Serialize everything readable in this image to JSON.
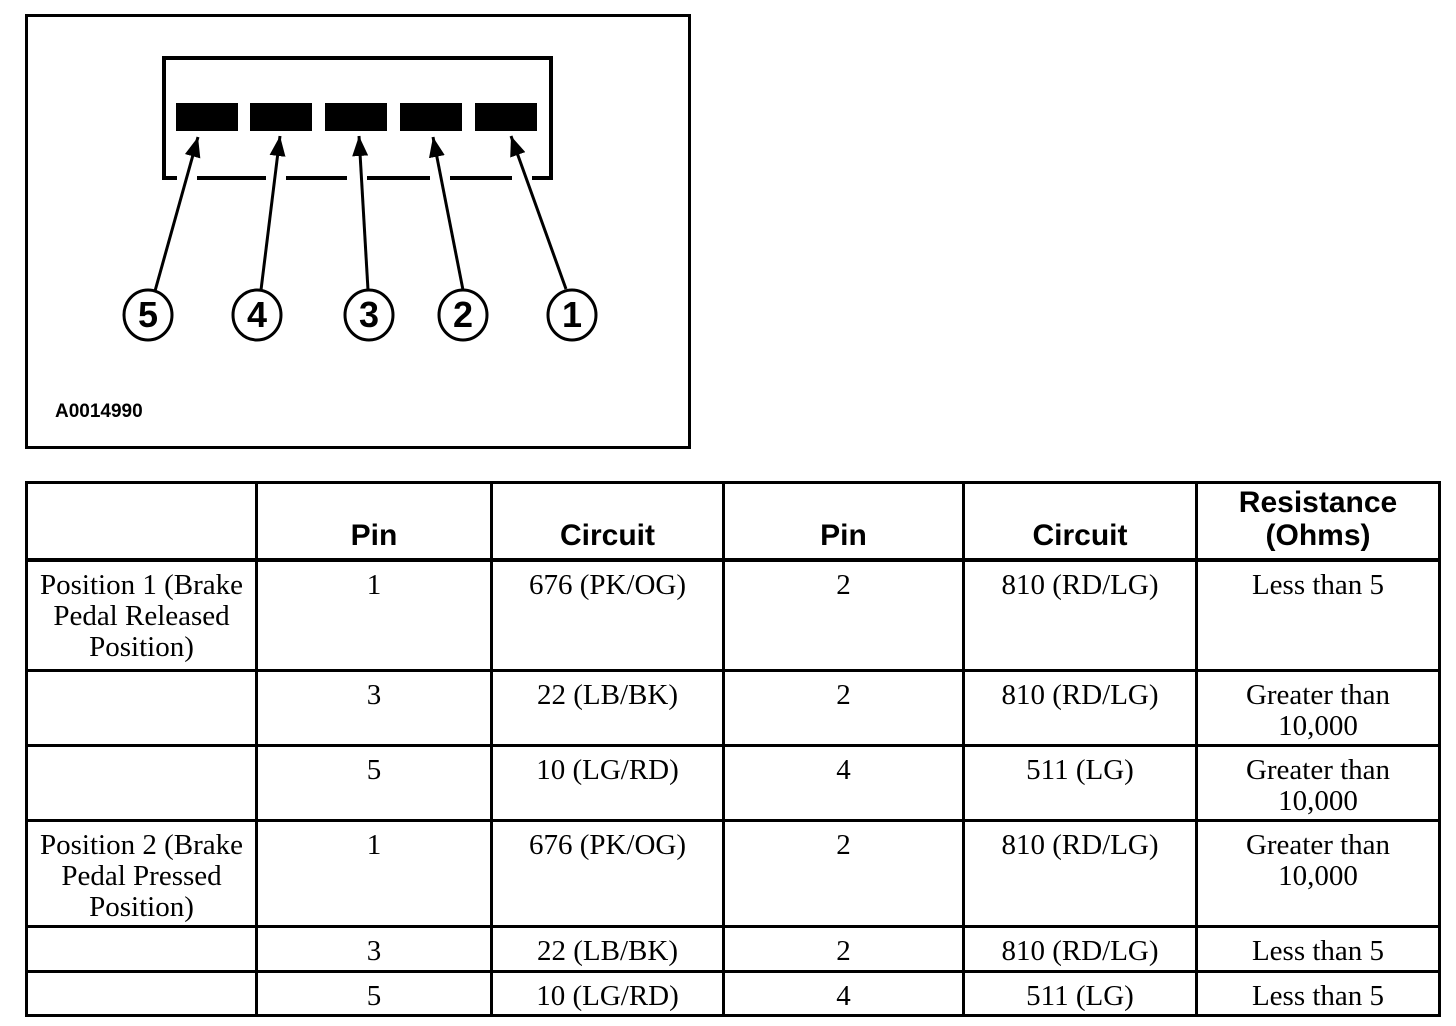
{
  "figure": {
    "figure_id": "A0014990",
    "pin_labels": [
      "5",
      "4",
      "3",
      "2",
      "1"
    ]
  },
  "table": {
    "headers": [
      "",
      "Pin",
      "Circuit",
      "Pin",
      "Circuit",
      "Resistance (Ohms)"
    ],
    "rows": [
      {
        "position": "Position 1 (Brake Pedal Released Position)",
        "pin_a": "1",
        "circuit_a": "676 (PK/OG)",
        "pin_b": "2",
        "circuit_b": "810 (RD/LG)",
        "resistance": "Less than 5"
      },
      {
        "position": "",
        "pin_a": "3",
        "circuit_a": "22 (LB/BK)",
        "pin_b": "2",
        "circuit_b": "810 (RD/LG)",
        "resistance": "Greater than 10,000"
      },
      {
        "position": "",
        "pin_a": "5",
        "circuit_a": "10 (LG/RD)",
        "pin_b": "4",
        "circuit_b": "511 (LG)",
        "resistance": "Greater than 10,000"
      },
      {
        "position": "Position 2 (Brake Pedal Pressed Position)",
        "pin_a": "1",
        "circuit_a": "676 (PK/OG)",
        "pin_b": "2",
        "circuit_b": "810 (RD/LG)",
        "resistance": "Greater than 10,000"
      },
      {
        "position": "",
        "pin_a": "3",
        "circuit_a": "22 (LB/BK)",
        "pin_b": "2",
        "circuit_b": "810 (RD/LG)",
        "resistance": "Less than 5"
      },
      {
        "position": "",
        "pin_a": "5",
        "circuit_a": "10 (LG/RD)",
        "pin_b": "4",
        "circuit_b": "511 (LG)",
        "resistance": "Less than 5"
      }
    ]
  },
  "colors": {
    "ink": "#000000",
    "paper": "#ffffff"
  }
}
